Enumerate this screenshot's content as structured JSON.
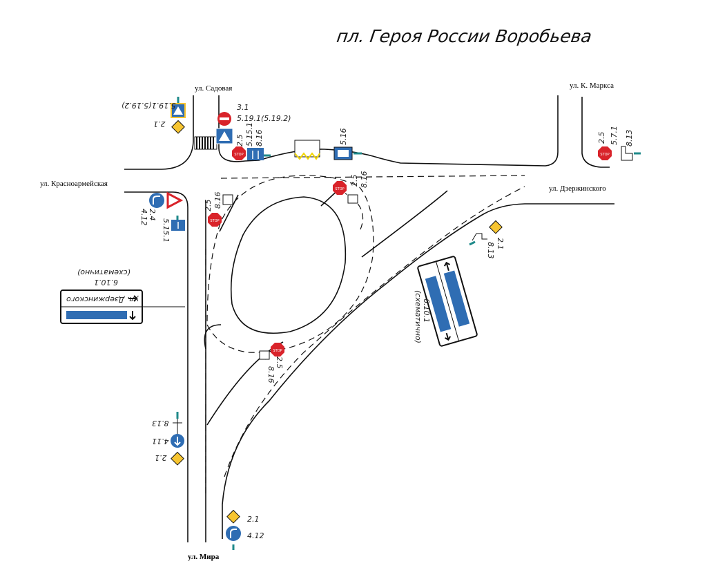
{
  "title": "пл. Героя России Воробьева",
  "streets": {
    "sadovaya": "ул. Садовая",
    "k_marksa": "ул. К. Маркса",
    "krasnoarmeyskaya": "ул. Красноармейская",
    "dzerzhinskogo": "ул. Дзержинского",
    "mira": "ул. Мира"
  },
  "sign_codes": {
    "tl_top": "5.19.1(5.19.2)",
    "tl_bottom": "2.1",
    "top_no_entry": "3.1",
    "top_crossing": "5.19.1(5.19.2)",
    "top_stop": "2.5",
    "top_lane": "5.15.1",
    "top_plate": "8.16",
    "bus": "5.16",
    "tr_stop": "2.5",
    "tr_lanes": "5.7.1",
    "tr_plate": "8.13",
    "left_mid_a": "2.4",
    "left_mid_b": "4.12",
    "left_mid_c": "5.15.1",
    "ring_nw_a": "2.5",
    "ring_nw_b": "8.16",
    "ring_ne_a": "2.5",
    "ring_ne_b": "8.16",
    "ring_s_a": "2.5",
    "ring_s_b": "8.16",
    "right_priority_a": "2.1",
    "right_priority_b": "8.13",
    "dir_sign_code": "6.10.1",
    "dir_sign_note": "(схематично)",
    "dir_sign_street": "ул. Дзержинского",
    "left_low_plate": "8.13",
    "left_low_round": "4.11",
    "left_low_priority": "2.1",
    "bottom_priority": "2.1",
    "bottom_round": "4.12"
  },
  "colors": {
    "road": "#111111",
    "sign_blue": "#2f6db3",
    "sign_red": "#d9232a",
    "sign_yellow": "#f7c531",
    "post": "#1f8a8a"
  }
}
